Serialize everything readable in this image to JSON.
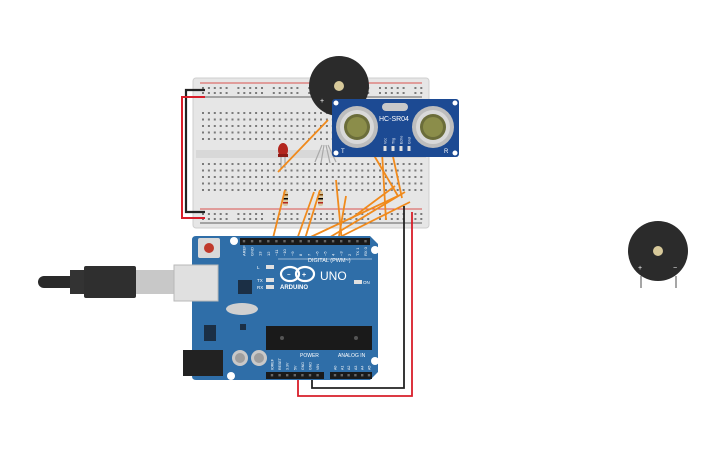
{
  "sensor": {
    "model": "HC-SR04",
    "pins": [
      "Vcc",
      "Trig",
      "Echo",
      "Gnd"
    ],
    "t_mark": "T",
    "r_mark": "R"
  },
  "board": {
    "brand": "ARDUINO",
    "model": "UNO",
    "digital_label": "DIGITAL (PWM~)",
    "digital_pins": [
      "AREF",
      "GND",
      "13",
      "12",
      "~11",
      "~10",
      "~9",
      "8",
      "7",
      "~6",
      "~5",
      "4",
      "~3",
      "2",
      "TX 1",
      "RX 0"
    ],
    "power_label": "POWER",
    "power_pins": [
      "IOREF",
      "RESET",
      "3.3V",
      "5V",
      "GND",
      "GND",
      "VIN"
    ],
    "analog_label": "ANALOG IN",
    "analog_pins": [
      "A0",
      "A1",
      "A2",
      "A3",
      "A4",
      "A5"
    ],
    "leds": [
      "L",
      "TX",
      "RX"
    ],
    "on_label": "ON"
  },
  "buzzer": {
    "plus": "+",
    "minus": "−"
  },
  "colors": {
    "board": "#2f6ea8",
    "board_dark": "#1f4f80",
    "sensor": "#1c4a93",
    "wire_orange": "#f08a1c",
    "wire_red": "#d81e2a",
    "wire_black": "#222222",
    "wire_green": "#2e7d32",
    "led": "#b3261e",
    "buzzer": "#2b2b2b"
  }
}
